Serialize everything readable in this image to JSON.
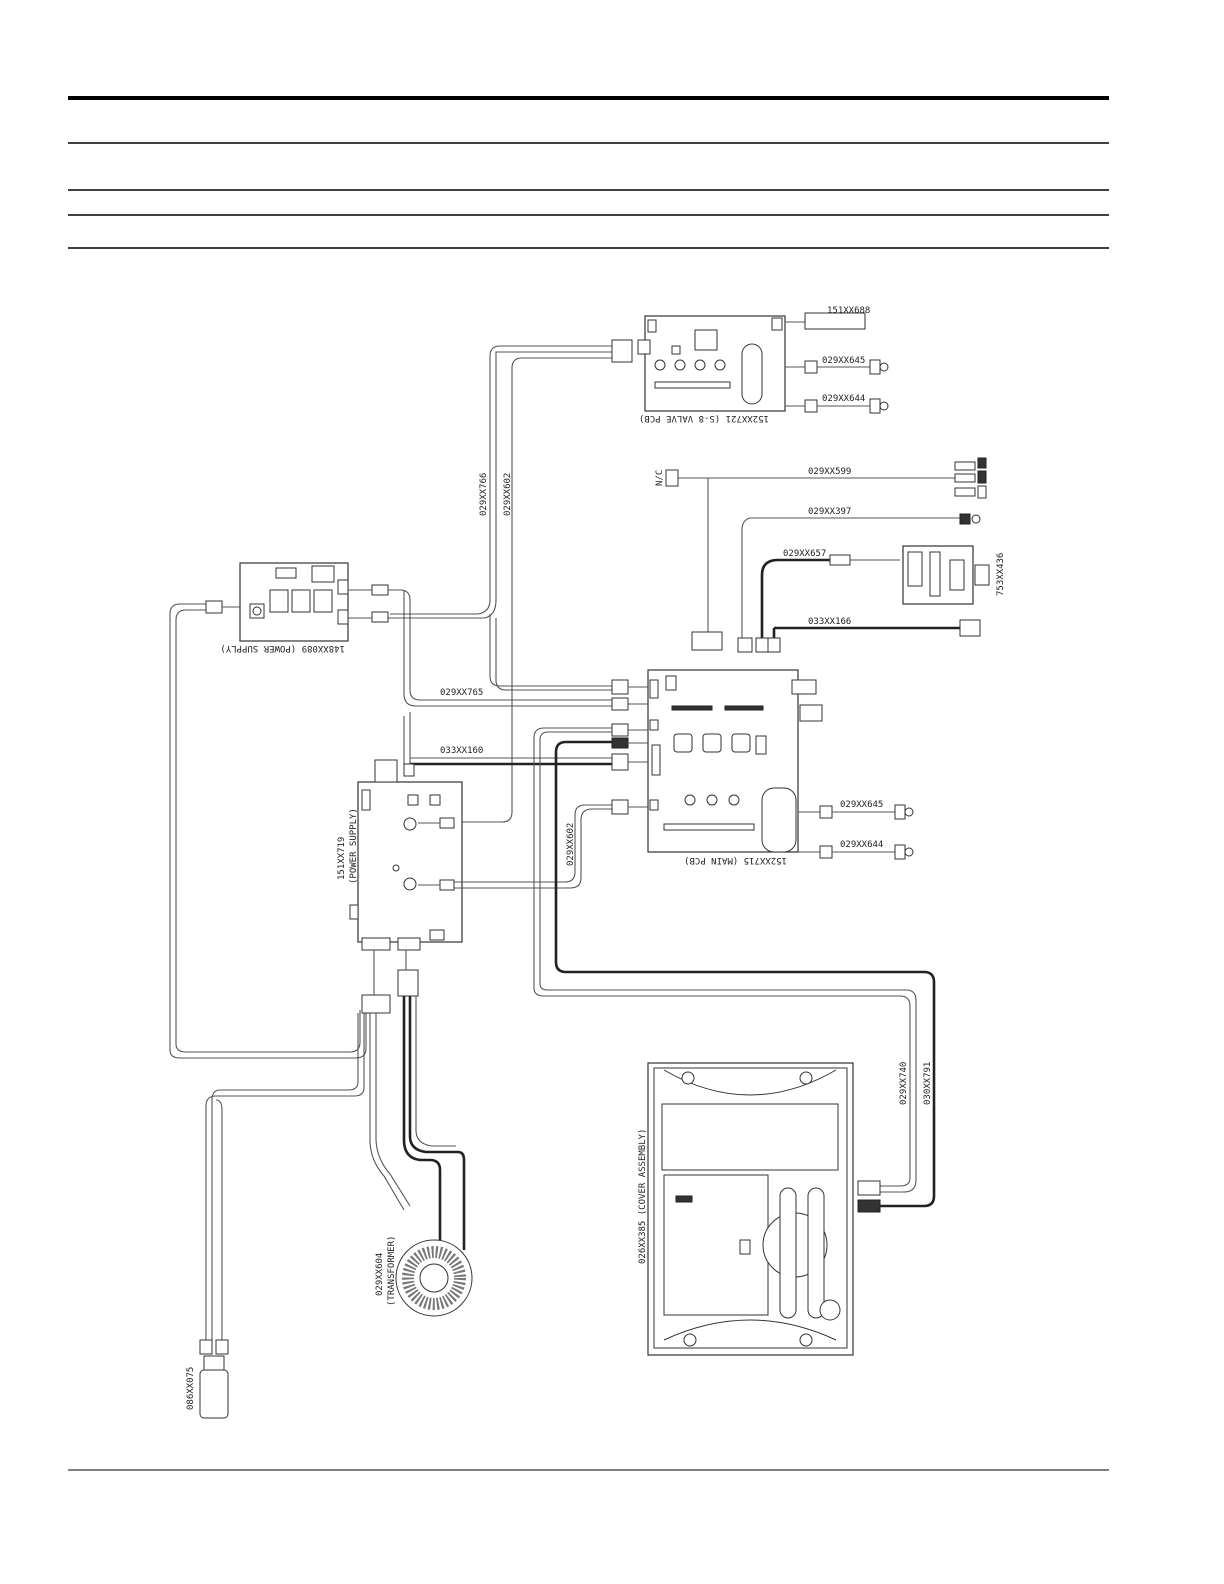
{
  "labels": {
    "valve_pcb": "152XX721 (S-8 VALVE PCB)",
    "conn_688": "151XX688",
    "conn_645_top": "029XX645",
    "conn_644_top": "029XX644",
    "nc": "N/C",
    "cable_599": "029XX599",
    "cable_397": "029XX397",
    "cable_657": "029XX657",
    "assy_436": "753XX436",
    "cable_166": "033XX166",
    "cable_766": "029XX766",
    "cable_602_top": "029XX602",
    "power_supply_small": "148XX089 (POWER SUPPLY)",
    "cable_765": "029XX765",
    "cable_160": "033XX160",
    "power_supply_main_a": "151XX719",
    "power_supply_main_b": "(POWER SUPPLY)",
    "cable_602_mid": "029XX602",
    "main_pcb": "152XX715 (MAIN PCB)",
    "conn_645_main": "029XX645",
    "conn_644_main": "029XX644",
    "cable_740": "029XX740",
    "cable_791": "030XX791",
    "cover_assembly": "026XX385 (COVER ASSEMBLY)",
    "transformer_a": "029XX604",
    "transformer_b": "(TRANSFORMER)",
    "fuse": "086XX075"
  }
}
